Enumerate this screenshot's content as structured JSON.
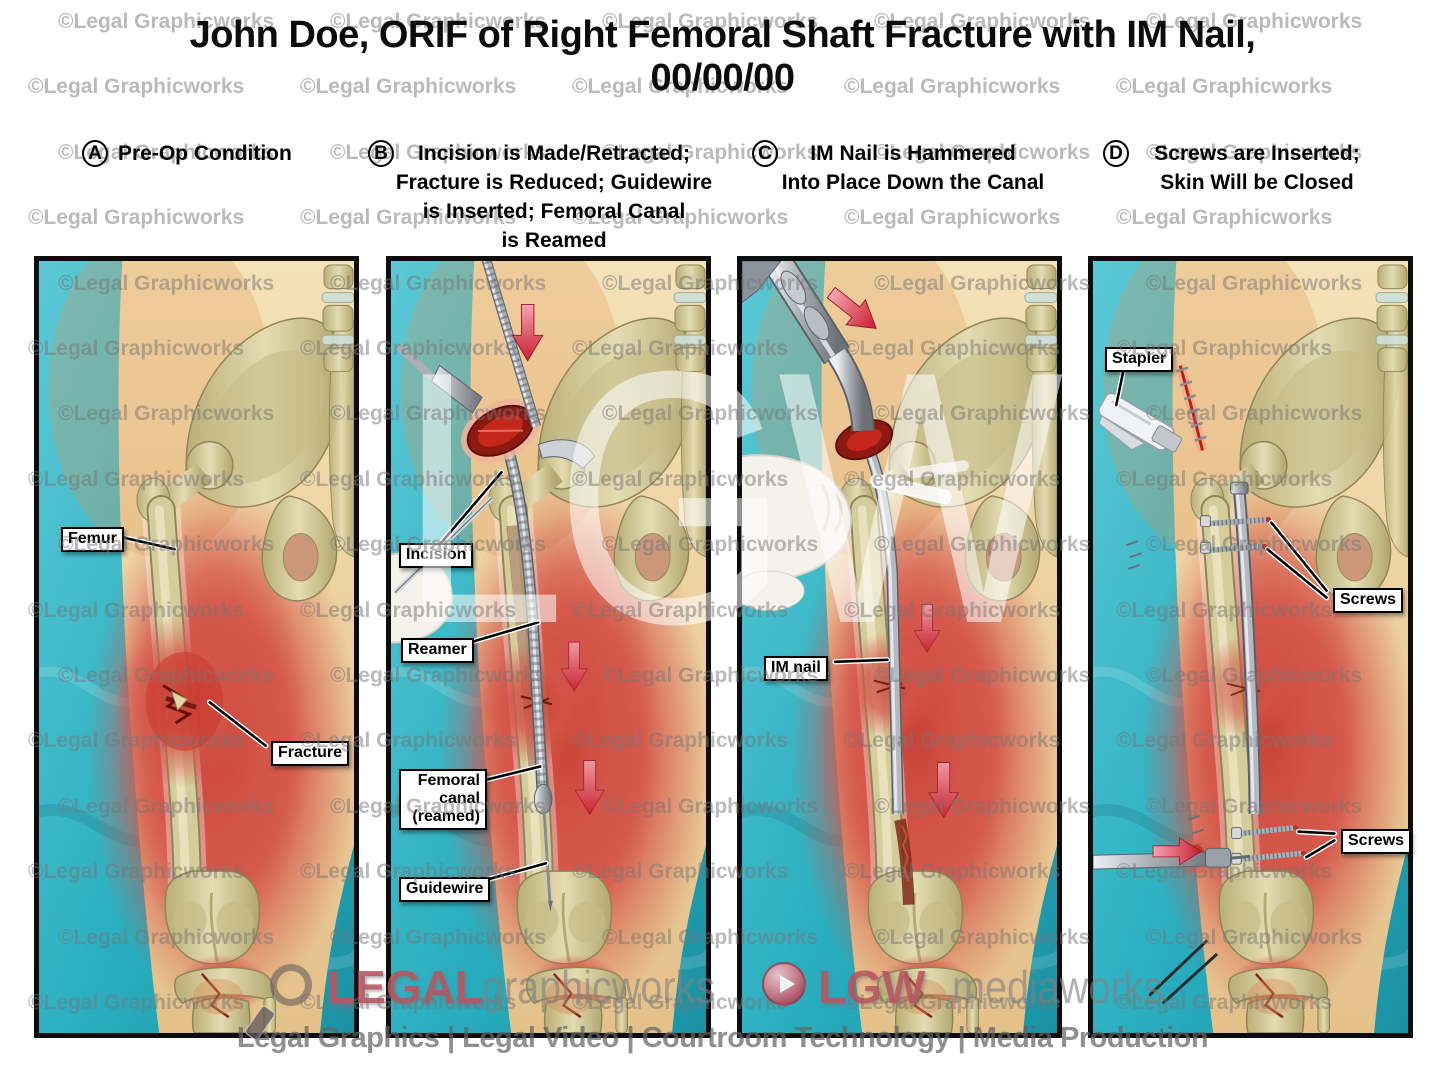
{
  "header": {
    "title_line1": "John Doe, ORIF of Right Femoral Shaft Fracture with IM Nail,",
    "title_line2": "00/00/00"
  },
  "watermark": {
    "text": "©Legal Graphicworks",
    "big_text": "LGW",
    "rows": 16,
    "cols": 5,
    "row_spacing": 65.4,
    "col_spacing": 272,
    "odd_row_shift": 30,
    "color": "#767676",
    "big_color": "#ffffff"
  },
  "panels": [
    {
      "letter": "A",
      "caption": "Pre-Op Condition",
      "labels": {
        "femur": "Femur",
        "fracture": "Fracture"
      }
    },
    {
      "letter": "B",
      "caption": "Incision is Made/Retracted;\nFracture is Reduced; Guidewire\nis Inserted; Femoral Canal\nis Reamed",
      "labels": {
        "incision": "Incision",
        "reamer": "Reamer",
        "femoral_canal": "Femoral\ncanal\n(reamed)",
        "guidewire": "Guidewire"
      }
    },
    {
      "letter": "C",
      "caption": "IM Nail is Hammered\nInto Place Down the Canal",
      "labels": {
        "im_nail": "IM nail"
      }
    },
    {
      "letter": "D",
      "caption": "Screws are Inserted;\nSkin Will be Closed",
      "labels": {
        "stapler": "Stapler",
        "screws_upper": "Screws",
        "screws_lower": "Screws"
      }
    }
  ],
  "footer": {
    "brand1_accent": "LEGAL",
    "brand1_rest": "graphicworks",
    "brand2_accent": "LGW",
    "brand2_rest": "mediaworks",
    "tagline": "Legal Graphics | Legal Video | Courtroom Technology | Media Production",
    "magnifier_icon": "magnifier-icon",
    "play_icon": "play-icon",
    "accent_color": "#bb535e",
    "gray_color": "#808080"
  },
  "colors": {
    "drape_teal": "#2aafc0",
    "skin": "#ecd0a0",
    "muscle_red": "#d4564a",
    "bone": "#d5cc9b",
    "label_bg": "#ffffff",
    "label_border": "#000000",
    "arrow_red": "#c81e30"
  }
}
